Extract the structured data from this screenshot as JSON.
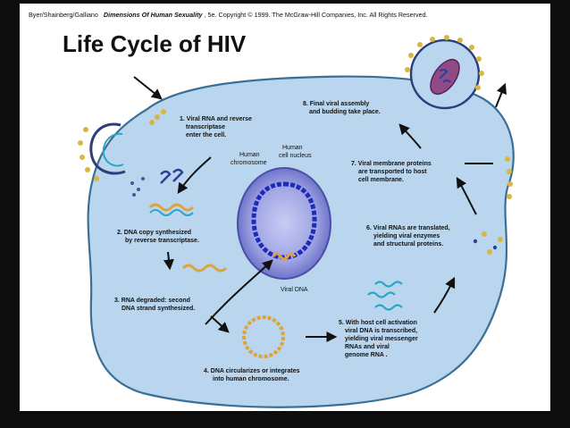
{
  "header": {
    "copyright_prefix": "Byer/Shainberg/Galliano",
    "copyright_book": "Dimensions Of Human Sexuality",
    "copyright_suffix": ", 5e. Copyright © 1999. The McGraw-Hill Companies, Inc. All Rights Reserved."
  },
  "title": "Life Cycle of HIV",
  "labels": {
    "human_cell_nucleus": [
      "Human",
      "cell nucleus"
    ],
    "human_chromosome": [
      "Human",
      "chromosome"
    ],
    "viral_dna": "Viral DNA"
  },
  "steps": [
    {
      "lines": [
        "1. Viral RNA and reverse",
        "transcriptase",
        "enter the cell."
      ]
    },
    {
      "lines": [
        "2. DNA copy synthesized",
        "by reverse transcriptase."
      ]
    },
    {
      "lines": [
        "3. RNA degraded: second",
        "DNA strand synthesized."
      ]
    },
    {
      "lines": [
        "4. DNA circularizes or integrates",
        "into human chromosome."
      ]
    },
    {
      "lines": [
        "5. With host cell activation",
        "viral DNA is transcribed,",
        "yielding viral messenger",
        "RNAs and viral",
        "genome RNA ."
      ]
    },
    {
      "lines": [
        "6. Viral RNAs are translated,",
        "yielding viral enzymes",
        "and structural proteins."
      ]
    },
    {
      "lines": [
        "7. Viral membrane proteins",
        "are transported to host",
        "cell membrane."
      ]
    },
    {
      "lines": [
        "8. Final viral assembly",
        "and budding take place."
      ]
    }
  ],
  "colors": {
    "background": "#0d0d0d",
    "cell_fill": "#b9d6ee",
    "cell_stroke": "#3b6f95",
    "nucleus_fill": "#8a8fd8",
    "chromosome": "#1e2bb8",
    "dna_orange": "#e0a23a",
    "rna_teal": "#2aa5c8",
    "virus_spike": "#d8b640",
    "virus_core": "#7d2a6e"
  },
  "icons": [
    "arrow-icon",
    "virus-particle-icon",
    "dna-strand-icon",
    "rna-strand-icon",
    "protein-spike-icon"
  ]
}
